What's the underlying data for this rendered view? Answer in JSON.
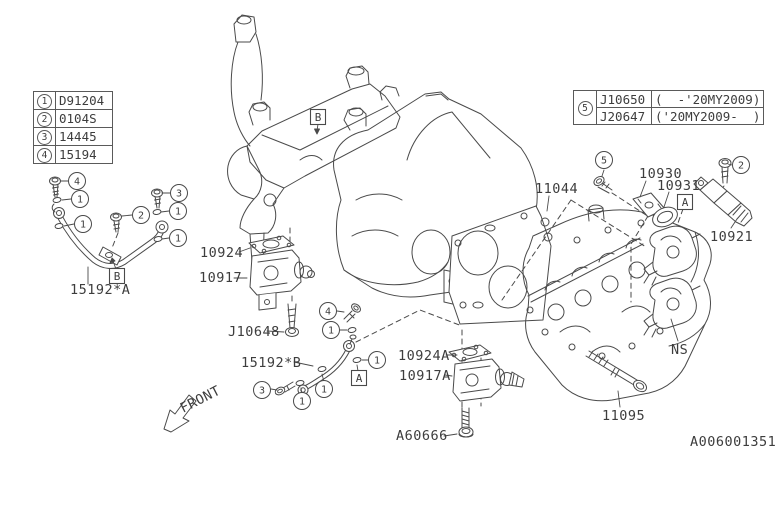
{
  "diagram": {
    "code": "A006001351",
    "front_label": "FRONT"
  },
  "legend_table": {
    "rows": [
      {
        "num": "1",
        "part": "D91204"
      },
      {
        "num": "2",
        "part": "0104S"
      },
      {
        "num": "3",
        "part": "14445"
      },
      {
        "num": "4",
        "part": "15194"
      }
    ]
  },
  "variant_table": {
    "num": "5",
    "rows": [
      {
        "part": "J10650",
        "range": "(  -'20MY2009)"
      },
      {
        "part": "J20647",
        "range": "('20MY2009-  )"
      }
    ]
  },
  "callouts": {
    "n1": "1",
    "n2": "2",
    "n3": "3",
    "n4": "4",
    "n5": "5",
    "a": "A",
    "b": "B"
  },
  "parts": {
    "pipe_a": "15192*A",
    "valve_plate": "10924",
    "valve": "10917",
    "bolt_j10648": "J10648",
    "hose_b": "15192*B",
    "valve_plate_a": "10924A",
    "valve_a": "10917A",
    "bolt_a60666": "A60666",
    "head_gasket": "11044",
    "cover": "10930",
    "cover_gasket": "10931",
    "ocv": "10921",
    "ns": "NS",
    "head_bolt": "11095"
  },
  "colors": {
    "line": "#4a4a4a",
    "text": "#3d3d3d",
    "background": "#ffffff"
  }
}
